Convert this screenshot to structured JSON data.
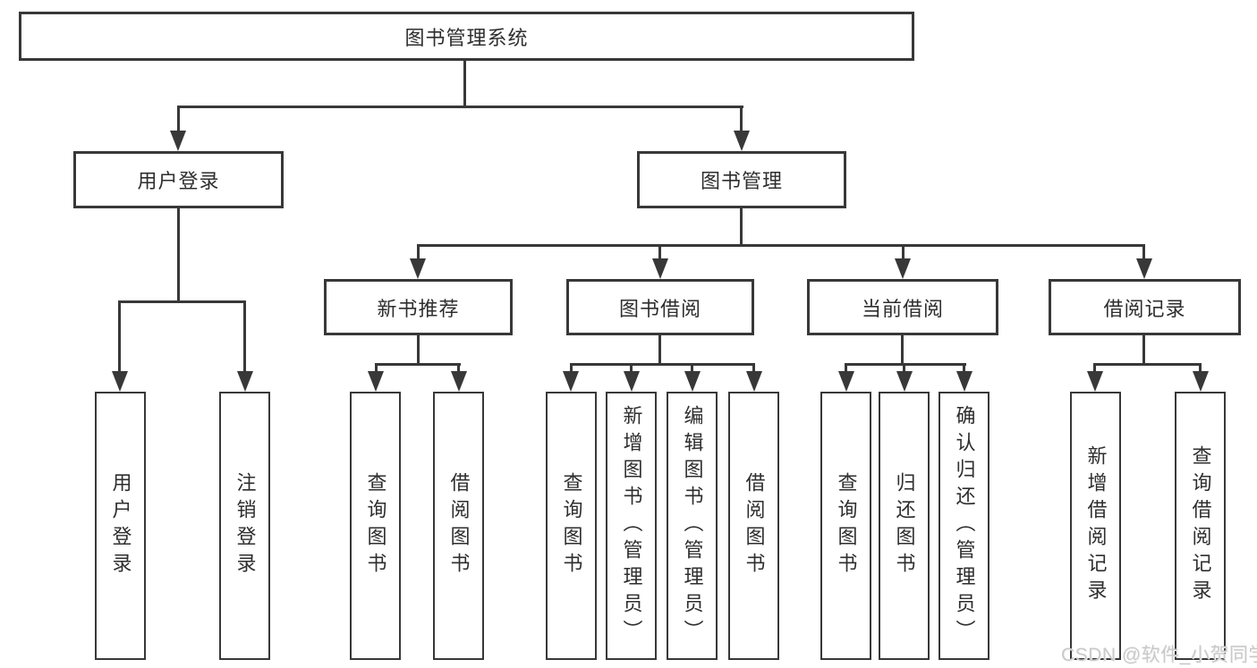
{
  "diagram": {
    "root": {
      "label": "图书管理系统"
    },
    "level2": [
      {
        "label": "用户登录"
      },
      {
        "label": "图书管理"
      }
    ],
    "level3": [
      {
        "label": "新书推荐"
      },
      {
        "label": "图书借阅"
      },
      {
        "label": "当前借阅"
      },
      {
        "label": "借阅记录"
      }
    ],
    "leaves": [
      {
        "label": "用户登录"
      },
      {
        "label": "注销登录"
      },
      {
        "label": "查询图书"
      },
      {
        "label": "借阅图书"
      },
      {
        "label": "查询图书"
      },
      {
        "label": "新增图书（管理员）"
      },
      {
        "label": "编辑图书（管理员）"
      },
      {
        "label": "借阅图书"
      },
      {
        "label": "查询图书"
      },
      {
        "label": "归还图书"
      },
      {
        "label": "确认归还（管理员）"
      },
      {
        "label": "新增借阅记录"
      },
      {
        "label": "查询借阅记录"
      }
    ],
    "colors": {
      "line": "#383838",
      "text": "#2e2e2e",
      "background": "#ffffff",
      "watermark": "#c9c9c9"
    }
  },
  "watermark": {
    "text": "CSDN @软件_小贺同学"
  }
}
